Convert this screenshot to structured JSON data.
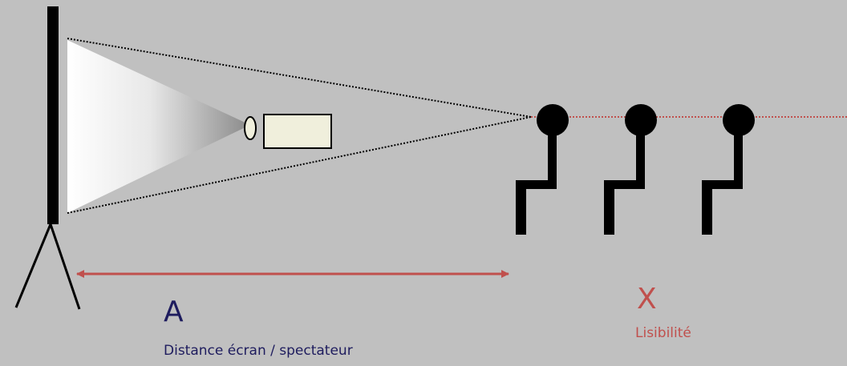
{
  "diagram": {
    "distance_label": {
      "letter": "A",
      "caption": "Distance écran / spectateur"
    },
    "legibility_label": {
      "letter": "X",
      "caption": "Lisibilité"
    },
    "parts": {
      "screen": "projection-screen",
      "tripod": "tripod-stand",
      "projector": "projector",
      "light_beam": "light-beam",
      "viewers": [
        "viewer-1",
        "viewer-2",
        "viewer-3"
      ]
    },
    "colors": {
      "background": "#c0c0c0",
      "accent_red": "#c0504d",
      "text_navy": "#1e1c5e",
      "figure": "#000000",
      "projector_body": "#f0efdc"
    }
  }
}
